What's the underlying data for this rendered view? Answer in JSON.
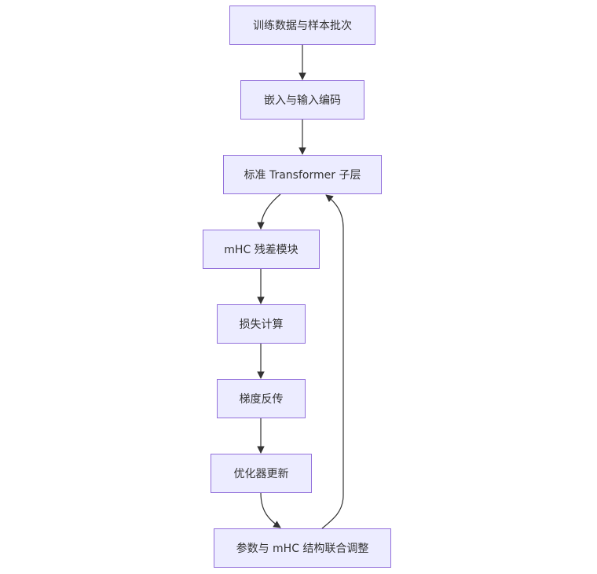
{
  "diagram": {
    "nodes": [
      {
        "id": "n1",
        "label": "训练数据与样本批次"
      },
      {
        "id": "n2",
        "label": "嵌入与输入编码"
      },
      {
        "id": "n3",
        "label": "标准 Transformer 子层"
      },
      {
        "id": "n4",
        "label": "mHC 残差模块"
      },
      {
        "id": "n5",
        "label": "损失计算"
      },
      {
        "id": "n6",
        "label": "梯度反传"
      },
      {
        "id": "n7",
        "label": "优化器更新"
      },
      {
        "id": "n8",
        "label": "参数与 mHC 结构联合调整"
      }
    ],
    "edges": [
      {
        "from": "n1",
        "to": "n2"
      },
      {
        "from": "n2",
        "to": "n3"
      },
      {
        "from": "n3",
        "to": "n4"
      },
      {
        "from": "n4",
        "to": "n5"
      },
      {
        "from": "n5",
        "to": "n6"
      },
      {
        "from": "n6",
        "to": "n7"
      },
      {
        "from": "n7",
        "to": "n8"
      },
      {
        "from": "n8",
        "to": "n3"
      }
    ],
    "colors": {
      "node_fill": "#ECECFF",
      "node_border": "#9370DB",
      "edge": "#333333",
      "text": "#333333"
    }
  }
}
